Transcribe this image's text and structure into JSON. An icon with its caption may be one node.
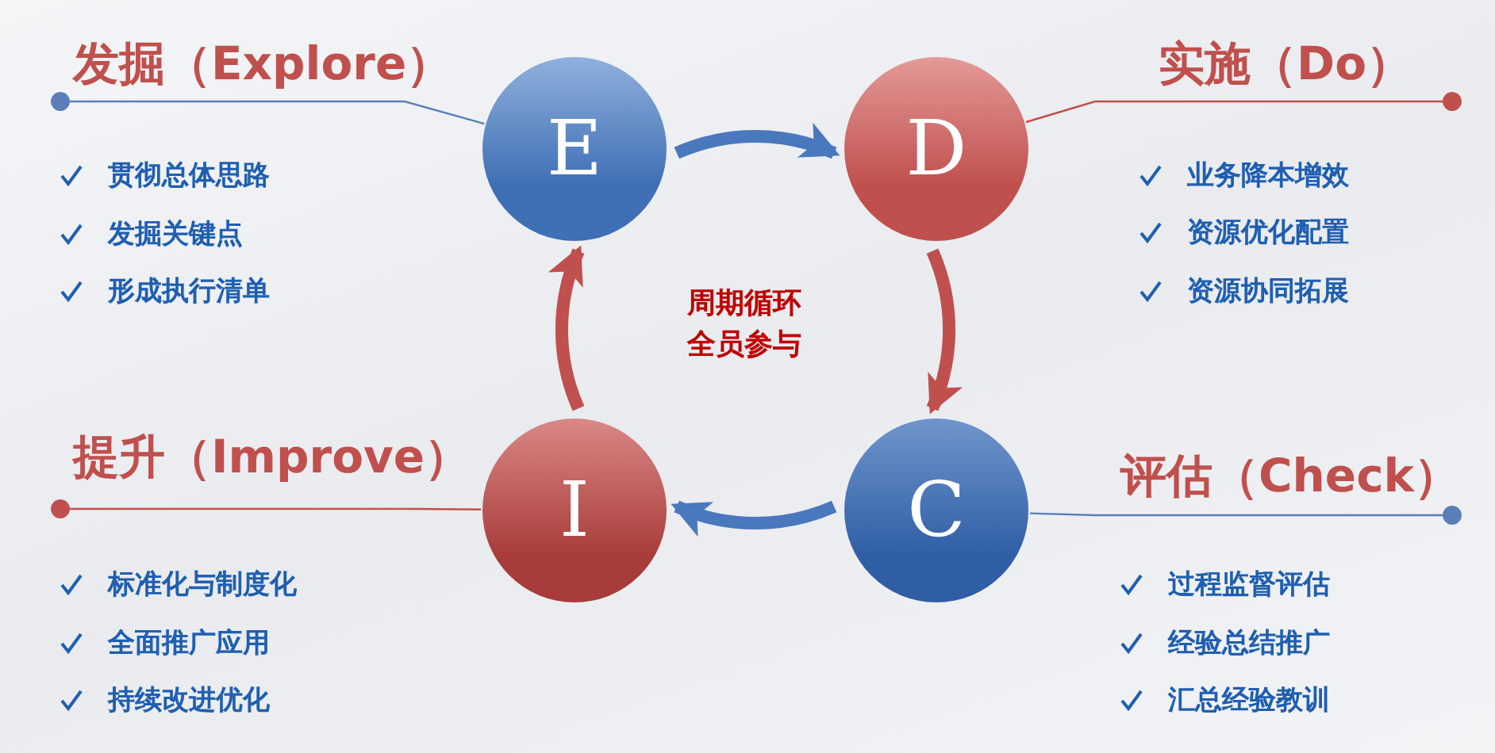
{
  "diagram": {
    "nodes": [
      {
        "text": [
          "E"
        ]
      },
      {
        "text": [
          "D"
        ]
      },
      {
        "text": [
          "C"
        ]
      },
      {
        "text": [
          "I"
        ]
      },
      {
        "text": [
          "发掘（Explore）"
        ]
      },
      {
        "text": [
          "实施（Do）"
        ]
      },
      {
        "text": [
          "评估（Check）"
        ]
      },
      {
        "text": [
          "提升（Improve）"
        ]
      }
    ],
    "edges": [
      {
        "from": 0,
        "to": 1,
        "arrow": "to",
        "style": "thick",
        "color": "#4a78bd"
      },
      {
        "from": 1,
        "to": 2,
        "arrow": "to",
        "style": "thick",
        "color": "#c0504d"
      },
      {
        "from": 2,
        "to": 3,
        "arrow": "to",
        "style": "thick",
        "color": "#4a78bd"
      },
      {
        "from": 3,
        "to": 0,
        "arrow": "to",
        "style": "thick",
        "color": "#c0504d"
      },
      {
        "from": 4,
        "to": 0,
        "arrow": "other",
        "color": "#5a7fb8"
      },
      {
        "from": 5,
        "to": 1,
        "arrow": "other",
        "color": "#c0504d"
      },
      {
        "from": 6,
        "to": 2,
        "arrow": "other",
        "color": "#5a7fb8"
      },
      {
        "from": 7,
        "to": 3,
        "arrow": "other",
        "color": "#c0504d"
      }
    ],
    "labels": [
      "周期循环",
      "全员参与",
      "贯彻总体思路",
      "发掘关键点",
      "形成执行清单",
      "业务降本增效",
      "资源优化配置",
      "资源协同拓展",
      "标准化与制度化",
      "全面推广应用",
      "持续改进优化",
      "过程监督评估",
      "经验总结推广",
      "汇总经验教训"
    ]
  }
}
